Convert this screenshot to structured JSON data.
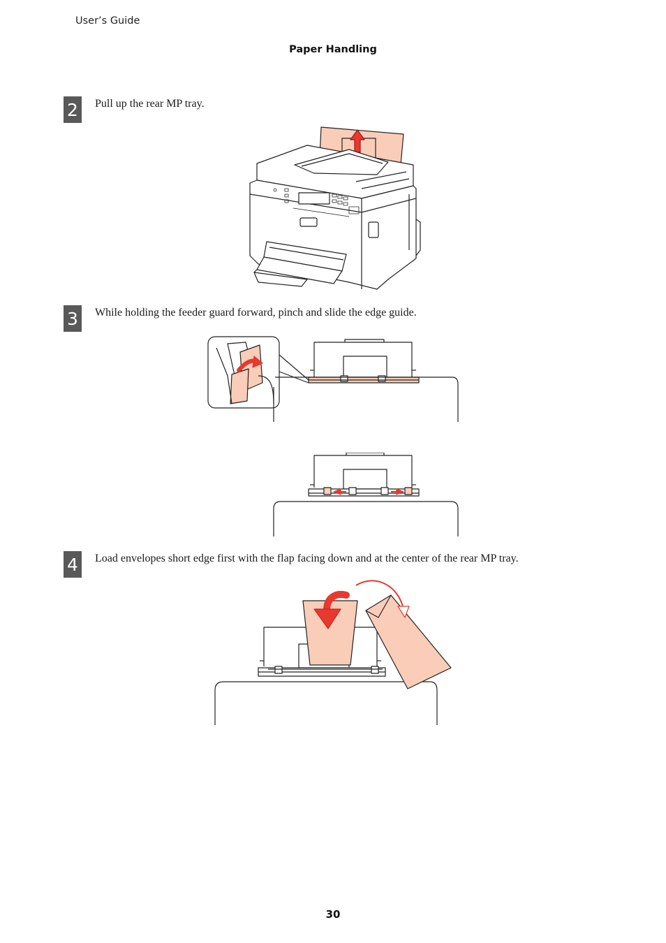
{
  "header": {
    "guide_title": "User’s Guide",
    "section_title": "Paper Handling"
  },
  "steps": [
    {
      "number": "2",
      "text": "Pull up the rear MP tray."
    },
    {
      "number": "3",
      "text": "While holding the feeder guard forward, pinch and slide the edge guide."
    },
    {
      "number": "4",
      "text": "Load envelopes short edge first with the flap facing down and at the center of the rear MP tray."
    }
  ],
  "footer": {
    "page_number": "30"
  },
  "colors": {
    "paper_fill": "#f9cdb8",
    "arrow_red": "#e8392f",
    "badge": "#595959"
  }
}
